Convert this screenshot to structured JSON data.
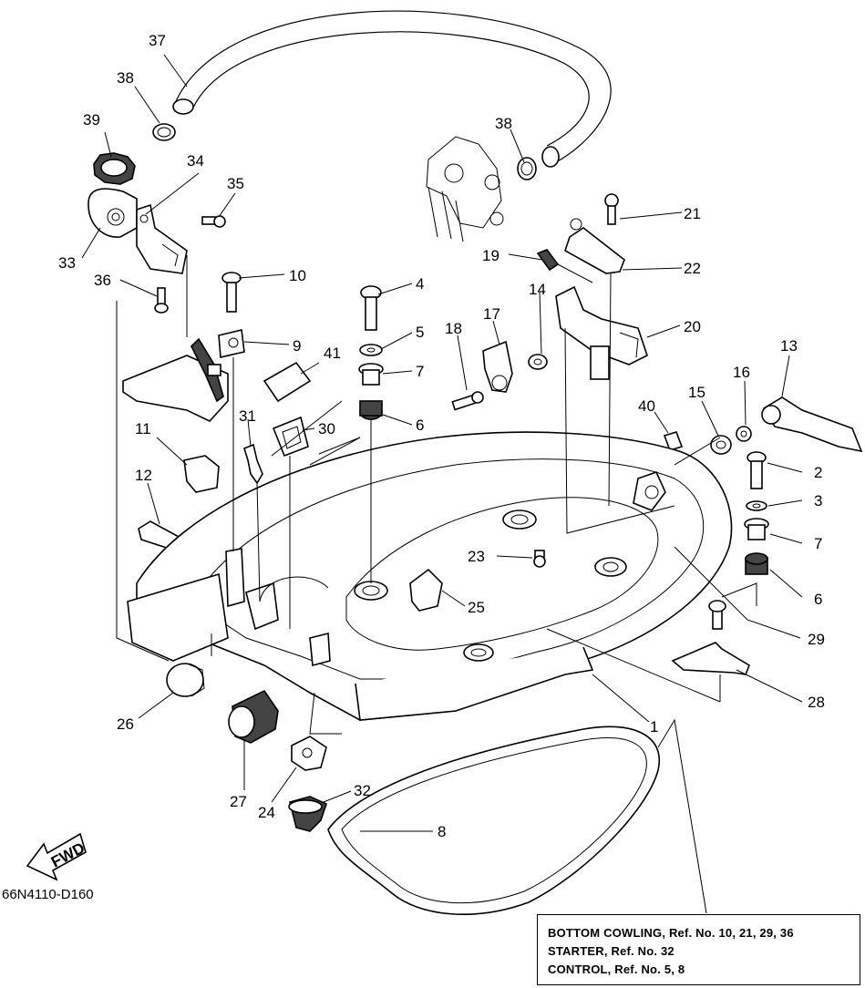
{
  "diagram_code": "66N4110-D160",
  "direction_label": "FWD",
  "legend": [
    "BOTTOM COWLING,  Ref. No. 10, 21, 29, 36",
    "STARTER,  Ref. No. 32",
    "CONTROL,  Ref. No. 5, 8"
  ],
  "callouts": [
    "37",
    "38",
    "39",
    "34",
    "35",
    "33",
    "36",
    "10",
    "4",
    "5",
    "7",
    "6",
    "9",
    "41",
    "31",
    "30",
    "11",
    "12",
    "38",
    "21",
    "19",
    "22",
    "17",
    "14",
    "18",
    "20",
    "13",
    "16",
    "15",
    "40",
    "2",
    "3",
    "7",
    "6",
    "23",
    "25",
    "29",
    "28",
    "1",
    "26",
    "27",
    "24",
    "32",
    "8"
  ]
}
